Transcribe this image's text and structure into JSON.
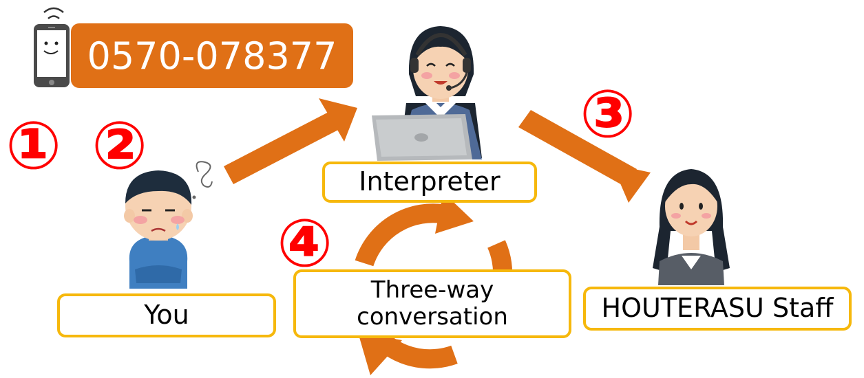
{
  "phone": {
    "number": "0570-078377"
  },
  "steps": {
    "s1": "①",
    "s2": "②",
    "s3": "③",
    "s4": "④"
  },
  "labels": {
    "you": "You",
    "interpreter": "Interpreter",
    "staff": "HOUTERASU Staff",
    "conversation": "Three-way conversation"
  },
  "colors": {
    "arrow": "#e07016",
    "label_border": "#f6b80c",
    "step": "#ff0000"
  },
  "icons": [
    "smartphone-icon",
    "worried-person-icon",
    "interpreter-headset-icon",
    "staff-woman-icon",
    "cycle-arrows-icon"
  ]
}
